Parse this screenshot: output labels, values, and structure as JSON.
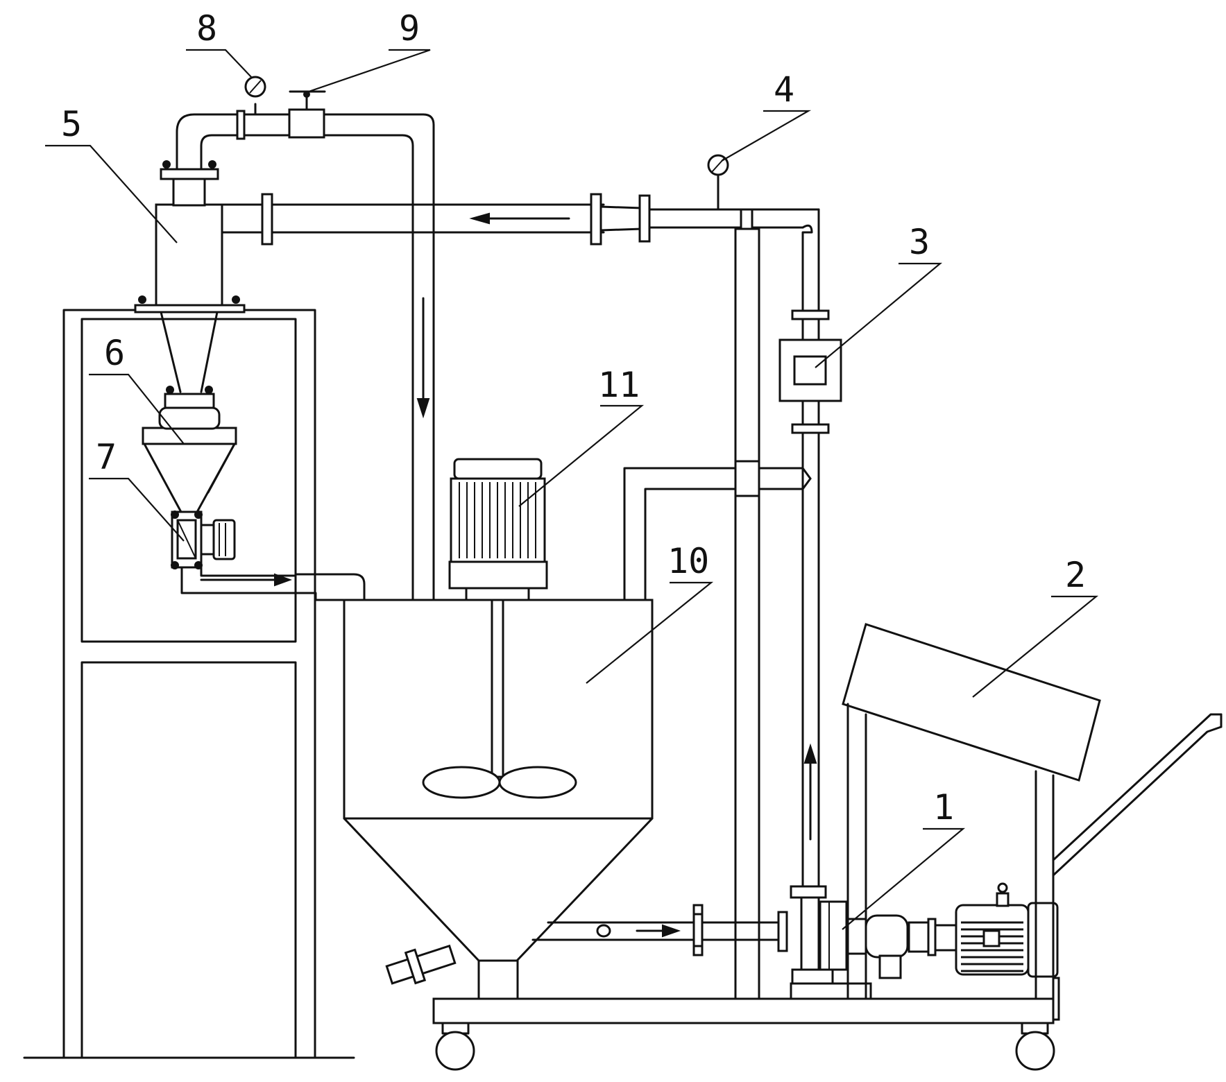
{
  "figure": {
    "callouts": [
      {
        "id": "1",
        "label": "1"
      },
      {
        "id": "2",
        "label": "2"
      },
      {
        "id": "3",
        "label": "3"
      },
      {
        "id": "4",
        "label": "4"
      },
      {
        "id": "5",
        "label": "5"
      },
      {
        "id": "6",
        "label": "6"
      },
      {
        "id": "7",
        "label": "7"
      },
      {
        "id": "8",
        "label": "8"
      },
      {
        "id": "9",
        "label": "9"
      },
      {
        "id": "10",
        "label": "10"
      },
      {
        "id": "11",
        "label": "11"
      }
    ],
    "colors": {
      "line": "#111111",
      "background": "#ffffff"
    }
  }
}
